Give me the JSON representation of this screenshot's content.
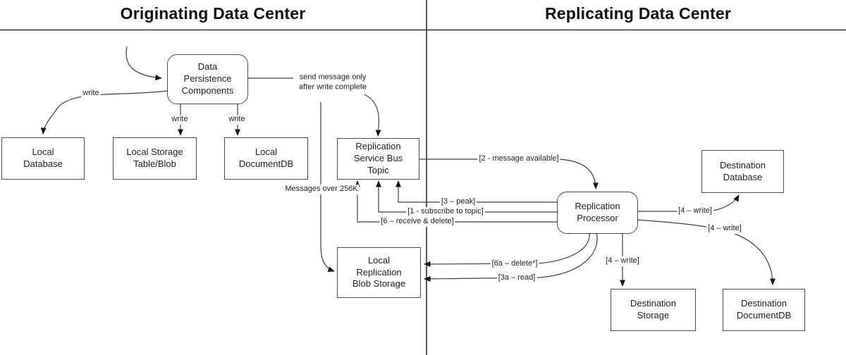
{
  "diagram": {
    "left_title": "Originating Data Center",
    "right_title": "Replicating Data Center",
    "nodes": {
      "data_persistence": "Data\nPersistence\nComponents",
      "local_database": "Local\nDatabase",
      "local_storage": "Local Storage\nTable/Blob",
      "local_documentdb": "Local\nDocumentDB",
      "service_bus_topic": "Replication\nService Bus\nTopic",
      "blob_storage": "Local\nReplication\nBlob Storage",
      "replication_processor": "Replication\nProcessor",
      "dest_database": "Destination\nDatabase",
      "dest_storage": "Destination\nStorage",
      "dest_documentdb": "Destination\nDocumentDB"
    },
    "edge_labels": {
      "write_db": "write",
      "write_table": "write",
      "write_docdb": "write",
      "send_message": "send message only\nafter write complete",
      "messages_256k": "Messages over 256K",
      "msg_available": "[2 - message available]",
      "peak": "[3 – peak]",
      "subscribe": "[1 - subscribe to topic]",
      "receive_delete": "[6 – receive & delete]",
      "write_dest_db": "[4 – write]",
      "write_dest_docdb": "[4 – write]",
      "write_dest_storage": "[4 – write]",
      "delete_6a": "[6a – delete*]",
      "read_3a": "[3a – read]"
    },
    "colors": {
      "line": "#404040",
      "text": "#1a1a1a",
      "border": "#4d4d4d"
    }
  }
}
